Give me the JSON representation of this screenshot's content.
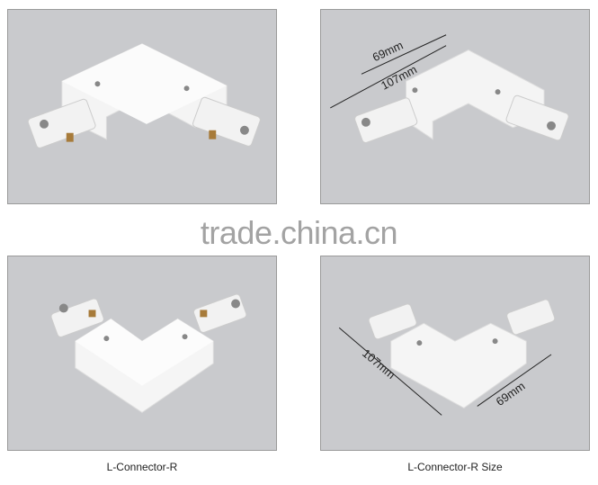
{
  "watermark": "trade.china.cn",
  "captions": {
    "left": "L-Connector-R",
    "right": "L-Connector-R Size"
  },
  "dimensions": {
    "short": "69mm",
    "long": "107mm"
  },
  "colors": {
    "panel": "#c9cacd",
    "watermark": "#a3a3a3",
    "connector": "#f7f7f7",
    "contact": "#a77b3a"
  }
}
